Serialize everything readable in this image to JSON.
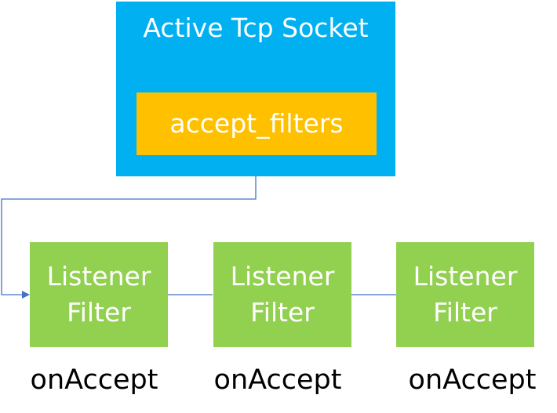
{
  "socket": {
    "title": "Active Tcp Socket",
    "filters_label": "accept_filters"
  },
  "listeners": [
    {
      "line1": "Listener",
      "line2": "Filter",
      "callback": "onAccept"
    },
    {
      "line1": "Listener",
      "line2": "Filter",
      "callback": "onAccept"
    },
    {
      "line1": "Listener",
      "line2": "Filter",
      "callback": "onAccept"
    }
  ],
  "colors": {
    "socket_fill": "#00b0f0",
    "filters_fill": "#ffc000",
    "listener_fill": "#92d050",
    "connector": "#4472c4"
  }
}
